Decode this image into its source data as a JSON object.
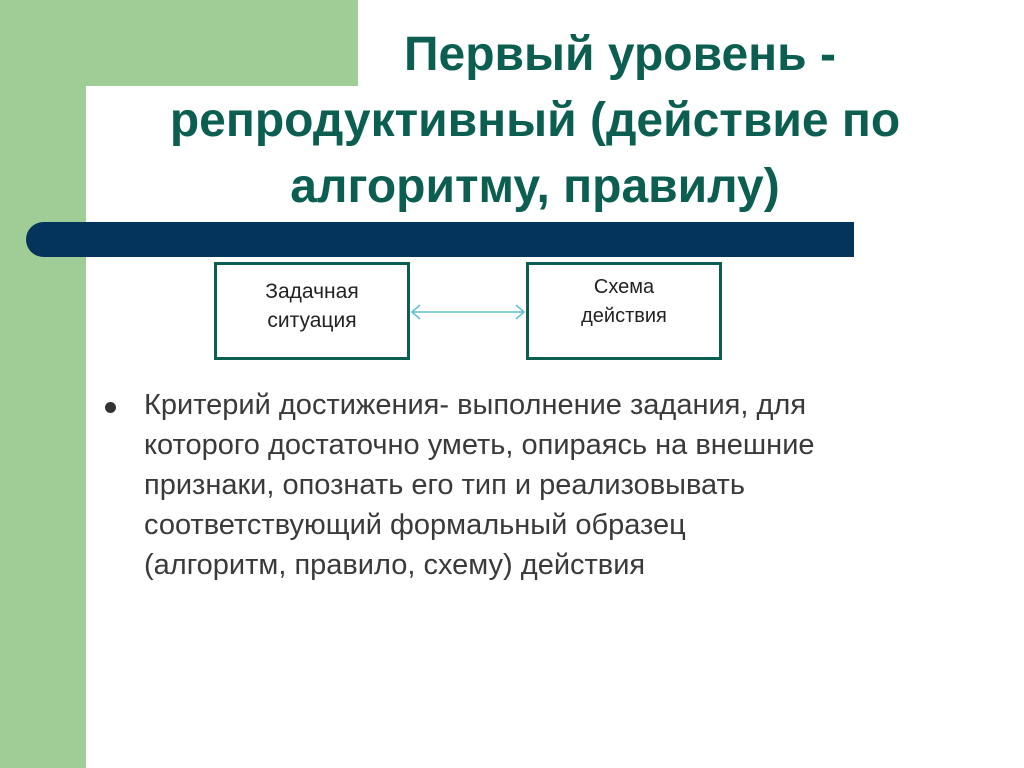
{
  "slide": {
    "title_lines": [
      "Первый уровень -",
      "репродуктивный (действие по",
      "алгоритму, правилу)"
    ],
    "diagram": {
      "left_box_lines": [
        "Задачная",
        "ситуация"
      ],
      "right_box_lines": [
        "Схема",
        "действия"
      ],
      "connector": "double-arrow-icon"
    },
    "bullet_lines": [
      "Критерий достижения- выполнение задания, для",
      "которого достаточно уметь, опираясь на внешние",
      "признаки, опознать его тип и реализовывать",
      "соответствующий формальный образец",
      "(алгоритм, правило, схему) действия"
    ]
  },
  "colors": {
    "accent_green": "#a0cd96",
    "title_teal": "#0b5e50",
    "bar_navy": "#04335c",
    "arrow_cyan": "#5bc2c9"
  }
}
